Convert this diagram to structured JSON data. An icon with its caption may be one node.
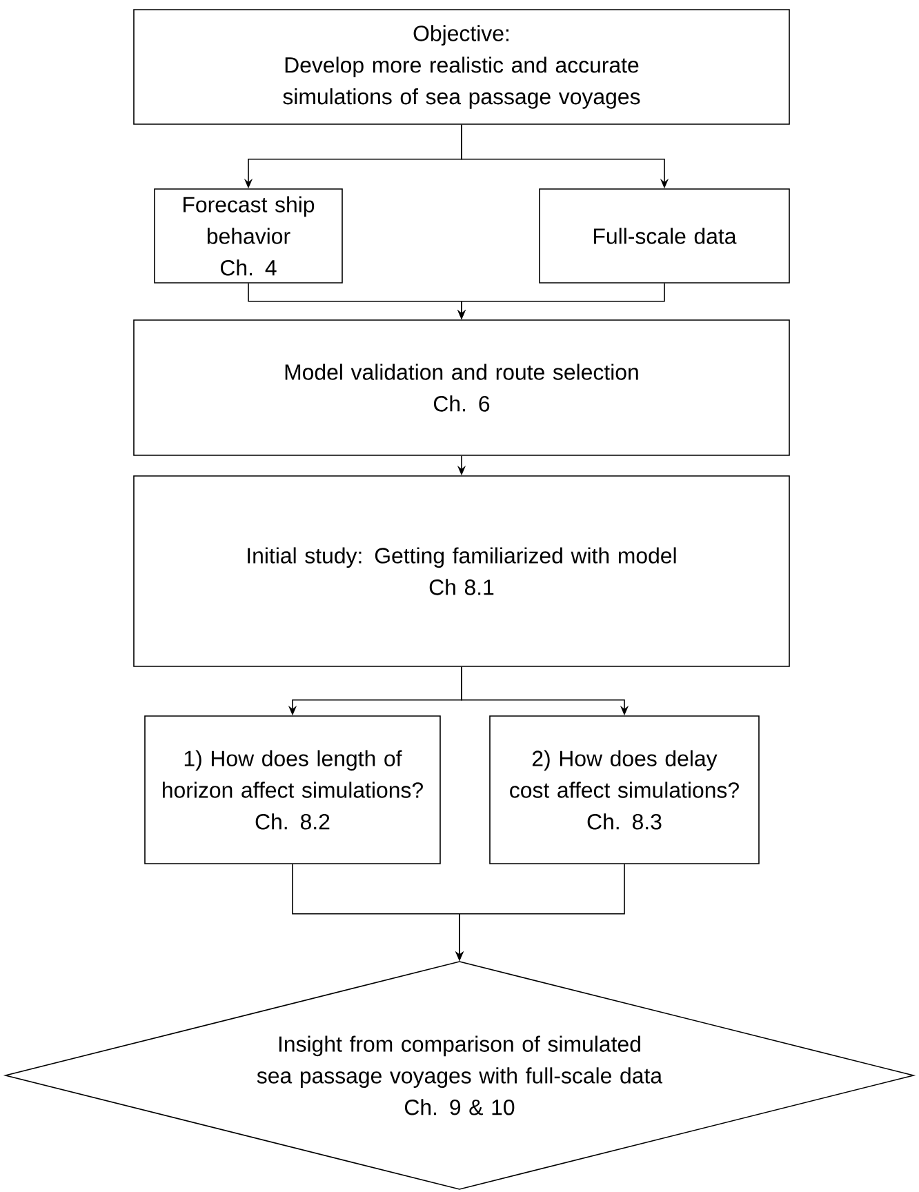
{
  "diagram": {
    "nodes": [
      {
        "text": [
          "Objective:",
          "Develop more realistic and accurate simulations of sea passage voyages"
        ]
      },
      {
        "text": [
          "Forecast ship behavior",
          "Ch. 4"
        ]
      },
      {
        "text": [
          "Full-scale data"
        ]
      },
      {
        "text": [
          "Model validation and route selection",
          "Ch. 6"
        ]
      },
      {
        "text": [
          "Initial study: Getting familiarized with model",
          "Ch 8.1"
        ]
      },
      {
        "text": [
          "1) How does length of horizon affect simulations?",
          "Ch. 8.2"
        ]
      },
      {
        "text": [
          "2) How does delay cost affect simulations?",
          "Ch. 8.3"
        ]
      },
      {
        "text": [
          "Insight from comparison of simulated sea passage voyages with full-scale data",
          "Ch. 9 & 10"
        ]
      }
    ],
    "edges": [
      {
        "from": 0,
        "to": 1,
        "arrow": "to"
      },
      {
        "from": 0,
        "to": 2,
        "arrow": "to"
      },
      {
        "from": 1,
        "to": 3,
        "arrow": "to"
      },
      {
        "from": 2,
        "to": 3,
        "arrow": "to"
      },
      {
        "from": 3,
        "to": 4,
        "arrow": "to"
      },
      {
        "from": 4,
        "to": 5,
        "arrow": "to"
      },
      {
        "from": 4,
        "to": 6,
        "arrow": "to"
      },
      {
        "from": 5,
        "to": 7,
        "arrow": "to"
      },
      {
        "from": 6,
        "to": 7,
        "arrow": "to"
      }
    ]
  }
}
